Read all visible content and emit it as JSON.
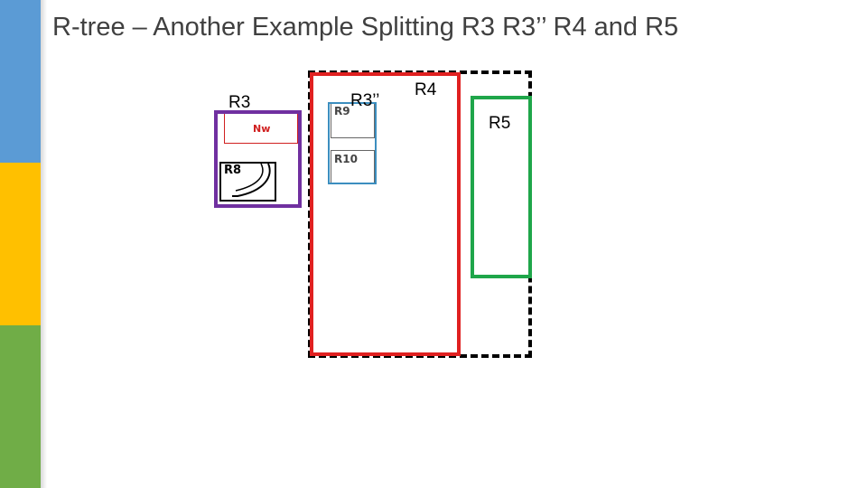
{
  "slide": {
    "title": "R-tree – Another Example Splitting R3 R3’’ R4 and R5"
  },
  "diagram": {
    "labels": {
      "r3": "R3",
      "r3pp": "R3’’",
      "r4": "R4",
      "r5": "R5",
      "nw": "Nw",
      "r8": "R8",
      "r9": "R9",
      "r10": "R10"
    },
    "colors": {
      "r3_border": "#7030a0",
      "r3pp_border": "#3c8ebf",
      "r4_border": "#e02020",
      "r5_border": "#1fa64a",
      "dashed_border": "#000000",
      "nw_text": "#d02020"
    }
  }
}
